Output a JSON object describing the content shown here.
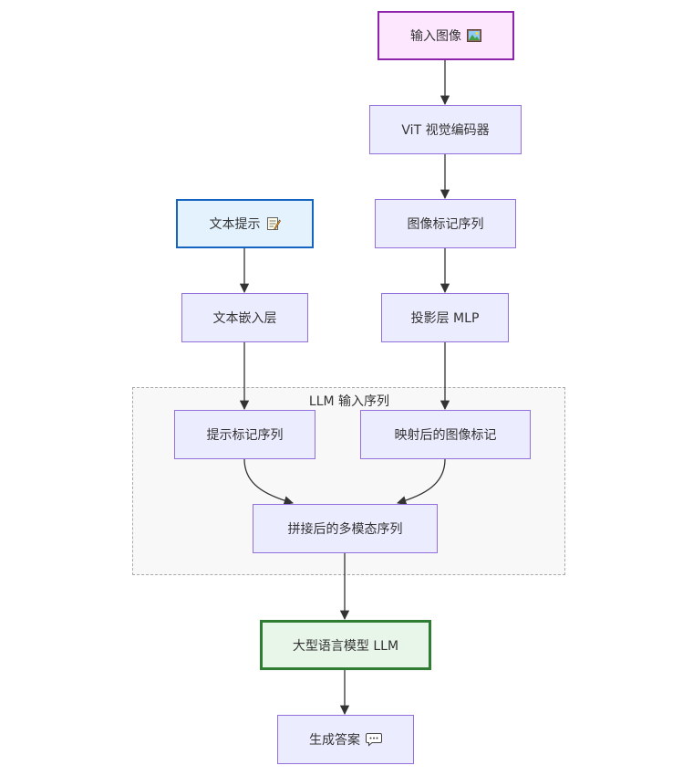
{
  "group": {
    "title": "LLM 输入序列"
  },
  "nodes": {
    "input_image": {
      "label": "输入图像",
      "icon": "framed-picture-icon"
    },
    "vit_encoder": {
      "label": "ViT 视觉编码器"
    },
    "image_tokens": {
      "label": "图像标记序列"
    },
    "projection": {
      "label": "投影层 MLP"
    },
    "text_prompt": {
      "label": "文本提示",
      "icon": "memo-icon"
    },
    "text_embedding": {
      "label": "文本嵌入层"
    },
    "prompt_tokens": {
      "label": "提示标记序列"
    },
    "mapped_image_tokens": {
      "label": "映射后的图像标记"
    },
    "concat_sequence": {
      "label": "拼接后的多模态序列"
    },
    "llm": {
      "label": "大型语言模型 LLM"
    },
    "answer": {
      "label": "生成答案",
      "icon": "speech-bubble-icon"
    }
  },
  "edges": [
    {
      "from": "input_image",
      "to": "vit_encoder"
    },
    {
      "from": "vit_encoder",
      "to": "image_tokens"
    },
    {
      "from": "image_tokens",
      "to": "projection"
    },
    {
      "from": "projection",
      "to": "mapped_image_tokens"
    },
    {
      "from": "text_prompt",
      "to": "text_embedding"
    },
    {
      "from": "text_embedding",
      "to": "prompt_tokens"
    },
    {
      "from": "prompt_tokens",
      "to": "concat_sequence"
    },
    {
      "from": "mapped_image_tokens",
      "to": "concat_sequence"
    },
    {
      "from": "concat_sequence",
      "to": "llm"
    },
    {
      "from": "llm",
      "to": "answer"
    }
  ],
  "colors": {
    "node_fill": "#ececff",
    "node_border": "#9370db",
    "image_input_fill": "#fde7ff",
    "image_input_border": "#8e24aa",
    "text_input_fill": "#e3f2fd",
    "text_input_border": "#1565c0",
    "llm_fill": "#e8f5e9",
    "llm_border": "#2e7d32",
    "edge": "#333333",
    "group_border": "#aaaaaa",
    "group_fill": "#f8f8f8"
  }
}
